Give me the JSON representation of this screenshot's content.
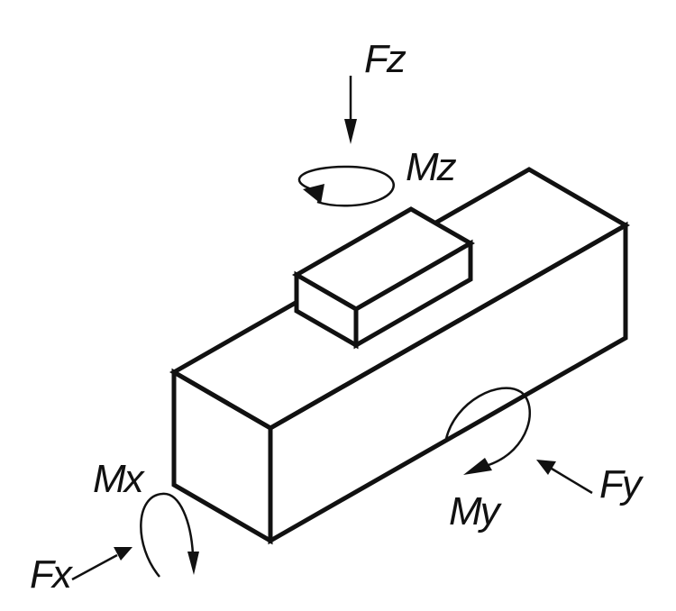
{
  "labels": {
    "fz": "Fz",
    "mz": "Mz",
    "mx": "Mx",
    "fx": "Fx",
    "my": "My",
    "fy": "Fy"
  }
}
